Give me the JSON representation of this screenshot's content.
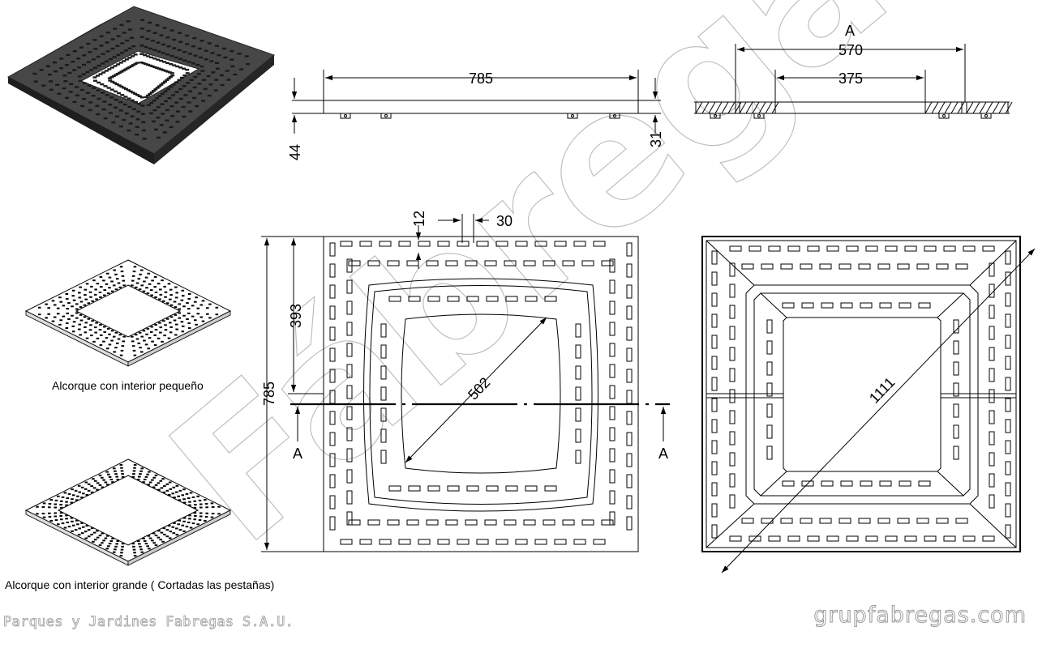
{
  "watermark": "Fábregas",
  "captions": {
    "small_interior": "Alcorque con interior pequeño",
    "large_interior": "Alcorque con interior grande ( Cortadas las pestañas)"
  },
  "footer": {
    "company": "Parques y Jardines Fabregas S.A.U.",
    "website": "grupfabregas.com"
  },
  "dimensions": {
    "side_width": "785",
    "side_height_left": "44",
    "side_height_right": "31",
    "section_label": "A",
    "section_outer": "570",
    "section_inner": "375",
    "slot_spacing": "12",
    "slot_width": "30",
    "half_height": "393",
    "total_height": "785",
    "inner_diagonal": "502",
    "cut_left": "A",
    "cut_right": "A",
    "outer_diagonal": "1111"
  },
  "colors": {
    "line": "#000000",
    "thumb_dark": "#3a3a3a",
    "watermark": "#b0b0b0"
  }
}
